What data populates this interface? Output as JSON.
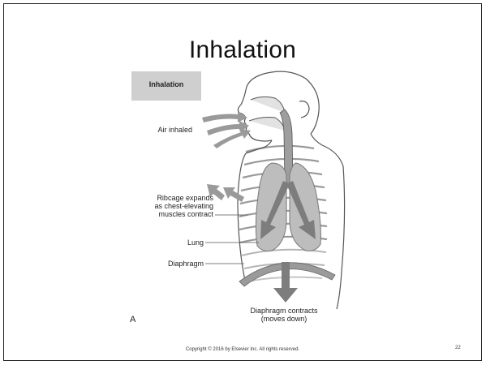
{
  "slide": {
    "title": "Inhalation",
    "inset_label": "Inhalation",
    "panel_letter": "A",
    "copyright": "Copyright © 2016 by Elsevier Inc. All rights reserved.",
    "page_number": "22"
  },
  "diagram": {
    "labels": {
      "air_inhaled": "Air  inhaled",
      "ribcage_line1": "Ribcage expands",
      "ribcage_line2": "as chest-elevating",
      "ribcage_line3": "muscles contract",
      "lung": "Lung",
      "diaphragm": "Diaphragm",
      "diaphragm_contracts_line1": "Diaphragm contracts",
      "diaphragm_contracts_line2": "(moves down)"
    },
    "colors": {
      "arrow": "#7d7d7d",
      "lung_fill": "#bdbdbd",
      "outline": "#555555",
      "inset_fill": "#cfcfcf"
    }
  }
}
